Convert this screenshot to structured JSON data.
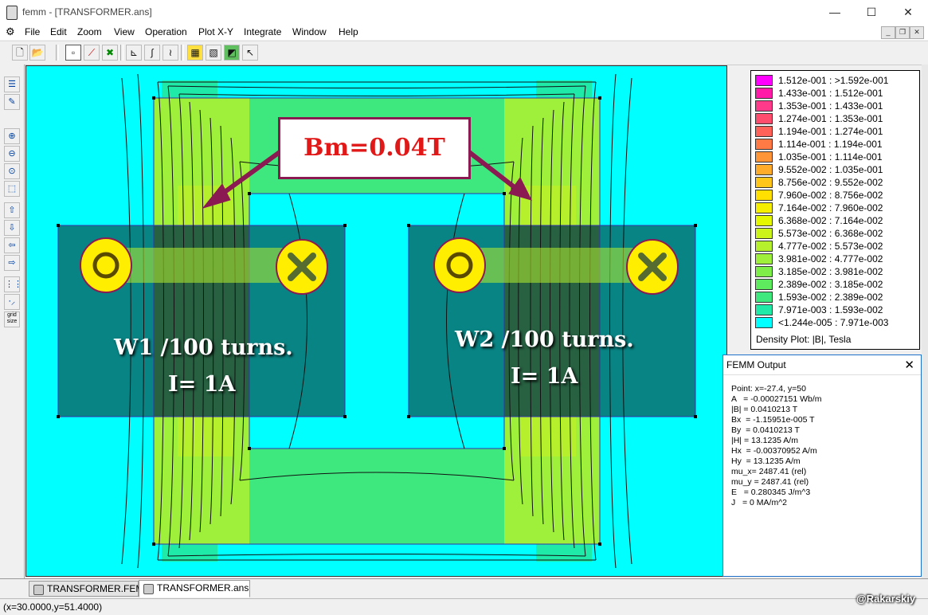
{
  "window": {
    "title": "femm - [TRANSFORMER.ans]",
    "minimize": "—",
    "maximize": "☐",
    "close": "✕"
  },
  "menu": {
    "items": [
      "File",
      "Edit",
      "Zoom",
      "View",
      "Operation",
      "Plot X-Y",
      "Integrate",
      "Window",
      "Help"
    ]
  },
  "toolbar": {
    "icons": [
      "new-file-icon",
      "open-folder-icon",
      "point-mode-icon",
      "line-mode-icon",
      "area-mode-icon",
      "plot-xy-icon",
      "integrate-icon",
      "line-integral-icon",
      "density-plot-icon",
      "contour-plot-icon",
      "vector-plot-icon",
      "pointer-icon"
    ]
  },
  "annotations": {
    "callout": "Bm=0.04T",
    "w1_line1": "W1 /100 turns.",
    "w1_line2": "I= 1A",
    "w2_line1": "W2 /100 turns.",
    "w2_line2": "I= 1A"
  },
  "legend": {
    "rows": [
      {
        "label": "1.512e-001 : >1.592e-001",
        "color": "#ff00ff"
      },
      {
        "label": "1.433e-001 : 1.512e-001",
        "color": "#ff1aa8"
      },
      {
        "label": "1.353e-001 : 1.433e-001",
        "color": "#ff3a8a"
      },
      {
        "label": "1.274e-001 : 1.353e-001",
        "color": "#ff4d6e"
      },
      {
        "label": "1.194e-001 : 1.274e-001",
        "color": "#ff6258"
      },
      {
        "label": "1.114e-001 : 1.194e-001",
        "color": "#ff7a45"
      },
      {
        "label": "1.035e-001 : 1.114e-001",
        "color": "#ff9536"
      },
      {
        "label": "9.552e-002 : 1.035e-001",
        "color": "#ffac2a"
      },
      {
        "label": "8.756e-002 : 9.552e-002",
        "color": "#ffc61a"
      },
      {
        "label": "7.960e-002 : 8.756e-002",
        "color": "#ffe000"
      },
      {
        "label": "7.164e-002 : 7.960e-002",
        "color": "#f6f000"
      },
      {
        "label": "6.368e-002 : 7.164e-002",
        "color": "#e6f800"
      },
      {
        "label": "5.573e-002 : 6.368e-002",
        "color": "#ccf41a"
      },
      {
        "label": "4.777e-002 : 5.573e-002",
        "color": "#b6f02c"
      },
      {
        "label": "3.981e-002 : 4.777e-002",
        "color": "#9ef03a"
      },
      {
        "label": "3.185e-002 : 3.981e-002",
        "color": "#80ee48"
      },
      {
        "label": "2.389e-002 : 3.185e-002",
        "color": "#5eec5e"
      },
      {
        "label": "1.593e-002 : 2.389e-002",
        "color": "#3ee87e"
      },
      {
        "label": "7.971e-003 : 1.593e-002",
        "color": "#20eaa8"
      },
      {
        "label": "<1.244e-005 : 7.971e-003",
        "color": "#00ffff"
      }
    ],
    "caption": "Density Plot: |B|, Tesla"
  },
  "output": {
    "title": "FEMM Output",
    "close": "✕",
    "lines": [
      "Point: x=-27.4, y=50",
      "A   = -0.00027151 Wb/m",
      "|B| = 0.0410213 T",
      "Bx  = -1.15951e-005 T",
      "By  = 0.0410213 T",
      "|H| = 13.1235 A/m",
      "Hx  = -0.00370952 A/m",
      "Hy  = 13.1235 A/m",
      "mu_x= 2487.41 (rel)",
      "mu_y = 2487.41 (rel)",
      "E   = 0.280345 J/m^3",
      "J   = 0 MA/m^2"
    ]
  },
  "tabs": {
    "fem": "TRANSFORMER.FEM",
    "ans": "TRANSFORMER.ans"
  },
  "status": {
    "coords": "(x=30.0000,y=51.4000)"
  },
  "watermark": "@Rakarskiy"
}
